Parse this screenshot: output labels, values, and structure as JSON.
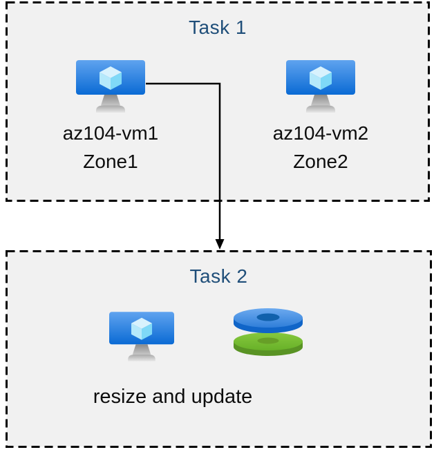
{
  "diagram": {
    "task1": {
      "title": "Task 1",
      "vms": [
        {
          "name": "az104-vm1",
          "zone": "Zone1"
        },
        {
          "name": "az104-vm2",
          "zone": "Zone2"
        }
      ]
    },
    "task2": {
      "title": "Task 2",
      "caption": "resize and update"
    },
    "connector": {
      "from": "az104-vm1",
      "to": "Task 2",
      "type": "elbow-arrow"
    }
  },
  "icons": {
    "vm": "azure-virtual-machine-icon",
    "disks": "azure-managed-disks-icon"
  },
  "colors": {
    "page_background": "#ffffff",
    "box_fill": "#f1f1f1",
    "box_border": "#000000",
    "title_text": "#1F4E79",
    "body_text": "#0d0d0d",
    "arrow": "#000000",
    "vm_screen_top": "#5FA3EF",
    "vm_screen_bottom": "#0A6AD4",
    "cube_top": "#D8F2FD",
    "cube_left": "#B5E9FB",
    "cube_right": "#7FD9F7",
    "disk_blue_top": "#4E96E4",
    "disk_blue_side": "#1065C8",
    "disk_blue_hole": "#1161AC",
    "disk_green_top": "#76BB2F",
    "disk_green_side": "#599324",
    "disk_green_hole": "#679F27"
  }
}
